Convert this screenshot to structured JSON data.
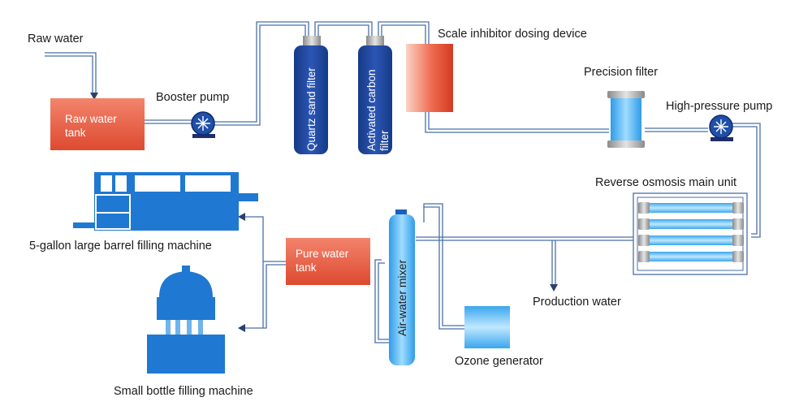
{
  "colors": {
    "pipe": "#4a6fa8",
    "tank_red": "#e8604a",
    "vessel_blue": "#1c3f95",
    "equipment_blue": "#1f78d1",
    "light_blue": "#4fb3f0"
  },
  "labels": {
    "raw_water": "Raw water",
    "raw_water_tank": "Raw water tank",
    "raw_water_tank_line1": "Raw water",
    "raw_water_tank_line2": "tank",
    "booster_pump": "Booster pump",
    "quartz_sand_filter": "Quartz sand filter",
    "activated_carbon_filter_line1": "Activated carbon",
    "activated_carbon_filter_line2": "filter",
    "scale_inhibitor": "Scale inhibitor dosing device",
    "precision_filter": "Precision filter",
    "high_pressure_pump": "High-pressure pump",
    "ro_main_unit": "Reverse osmosis main unit",
    "production_water": "Production water",
    "ozone_generator": "Ozone generator",
    "air_water_mixer": "Air-water mixer",
    "pure_water_tank_line1": "Pure water",
    "pure_water_tank_line2": "tank",
    "barrel_filling": "5-gallon large barrel filling machine",
    "bottle_filling": "Small bottle filling machine"
  },
  "icons": [
    "pump-icon",
    "arrow-down-icon",
    "arrow-left-icon"
  ]
}
